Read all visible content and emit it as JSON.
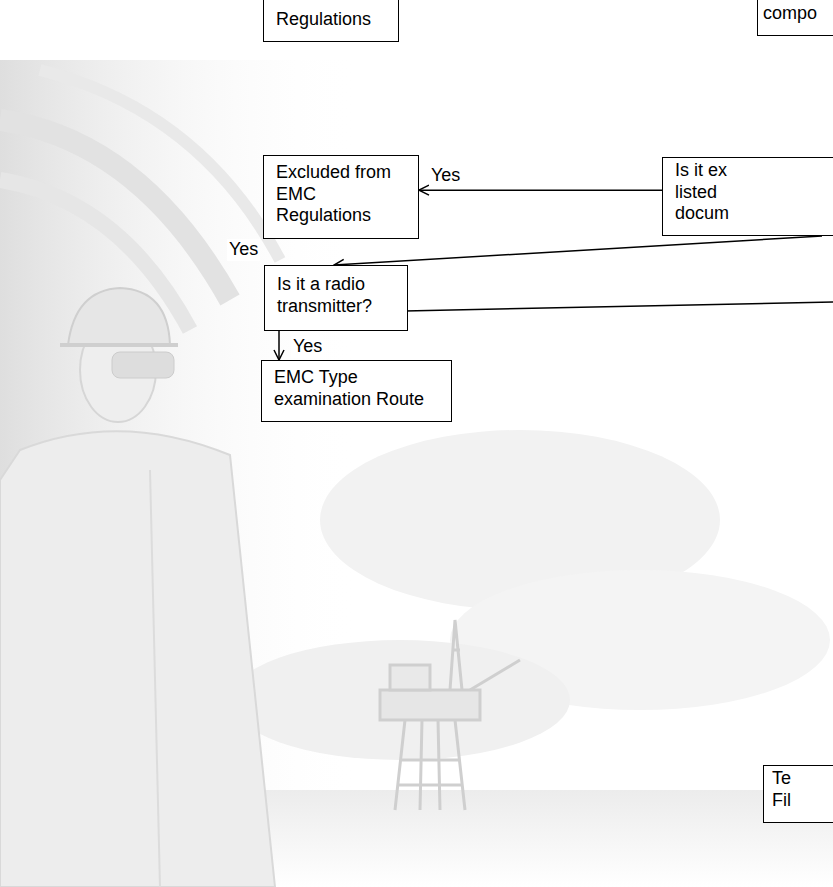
{
  "diagram": {
    "nodes": [
      {
        "text": [
          "Regulations"
        ]
      },
      {
        "text": [
          "compo"
        ]
      },
      {
        "text": [
          "Excluded from EMC Regulations"
        ]
      },
      {
        "text": [
          "Is it ex listed docum"
        ]
      },
      {
        "text": [
          "Is it a radio transmitter?"
        ]
      },
      {
        "text": [
          "EMC Type examination Route"
        ]
      },
      {
        "text": [
          "Te Fil"
        ]
      }
    ],
    "edges": [
      {
        "from": 3,
        "to": 2,
        "arrow": "to",
        "label": "Yes"
      },
      {
        "from": 3,
        "to": 4,
        "arrow": "to",
        "label": "Yes"
      },
      {
        "from": 4,
        "to": 5,
        "arrow": "to",
        "label": "Yes"
      }
    ]
  }
}
